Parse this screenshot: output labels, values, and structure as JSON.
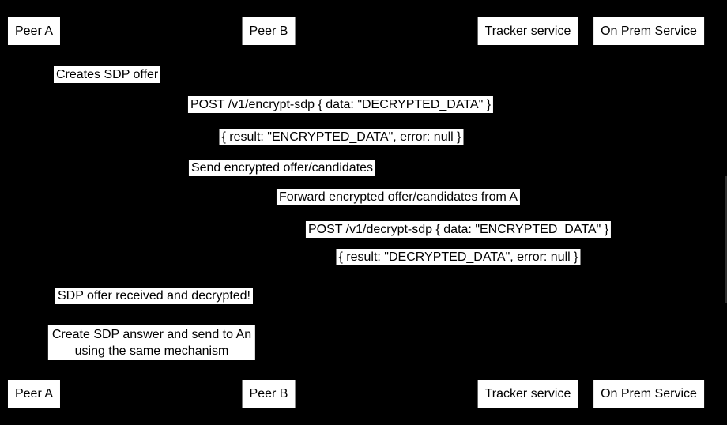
{
  "window": {
    "background": "#000000"
  },
  "diagram": {
    "type": "sequence",
    "participants": [
      {
        "label": "Peer A"
      },
      {
        "label": "Peer B"
      },
      {
        "label": "Tracker service"
      },
      {
        "label": "On Prem Service"
      }
    ],
    "messages": {
      "creates_offer": "Creates SDP offer",
      "post_encrypt": "POST /v1/encrypt-sdp { data: \"DECRYPTED_DATA\" }",
      "encrypt_result": "{ result: \"ENCRYPTED_DATA\", error: null }",
      "send_encrypted": "Send encrypted offer/candidates",
      "forward_encrypted": "Forward encrypted offer/candidates from A",
      "post_decrypt": "POST /v1/decrypt-sdp { data: \"ENCRYPTED_DATA\" }",
      "decrypt_result": "{ result: \"DECRYPTED_DATA\", error: null }",
      "offer_received": "SDP offer received and decrypted!",
      "create_answer_line1": "Create SDP answer and send to An",
      "create_answer_line2": "using the same mechanism"
    },
    "colors": {
      "label_background": "#ffffff",
      "label_text": "#000000"
    }
  }
}
